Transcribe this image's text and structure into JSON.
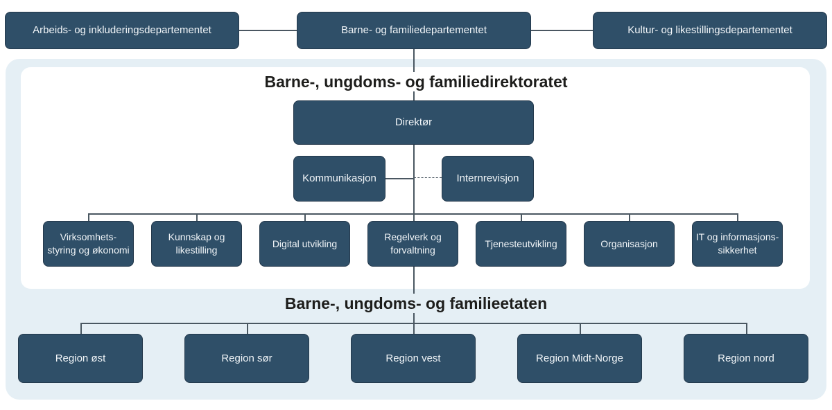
{
  "titles": {
    "directorate": "Barne-, ungdoms- og familiedirektoratet",
    "agency": "Barne-, ungdoms- og familieetaten"
  },
  "departments": [
    {
      "label": "Arbeids- og inkluderingsdepartementet"
    },
    {
      "label": "Barne- og familiedepartementet"
    },
    {
      "label": "Kultur- og likestillingsdepartementet"
    }
  ],
  "director": {
    "label": "Direktør"
  },
  "staff_units": [
    {
      "label": "Kommunikasjon"
    },
    {
      "label": "Internrevisjon"
    }
  ],
  "divisions": [
    {
      "lines": [
        "Virksomhets-",
        "styring og økonomi"
      ]
    },
    {
      "lines": [
        "Kunnskap og",
        "likestilling"
      ]
    },
    {
      "lines": [
        "Digital utvikling"
      ]
    },
    {
      "lines": [
        "Regelverk og",
        "forvaltning"
      ]
    },
    {
      "lines": [
        "Tjenesteutvikling"
      ]
    },
    {
      "lines": [
        "Organisasjon"
      ]
    },
    {
      "lines": [
        "IT og informasjons-",
        "sikkerhet"
      ]
    }
  ],
  "regions": [
    {
      "label": "Region øst"
    },
    {
      "label": "Region sør"
    },
    {
      "label": "Region vest"
    },
    {
      "label": "Region Midt-Norge"
    },
    {
      "label": "Region nord"
    }
  ],
  "colors": {
    "box_fill": "#2f4f68",
    "box_border": "#24394c",
    "box_text": "#f1f5f8",
    "outer_panel": "#e5eff5",
    "inner_panel": "#ffffff",
    "connector_line": "#4a5761",
    "title_text": "#1d1d1b"
  }
}
